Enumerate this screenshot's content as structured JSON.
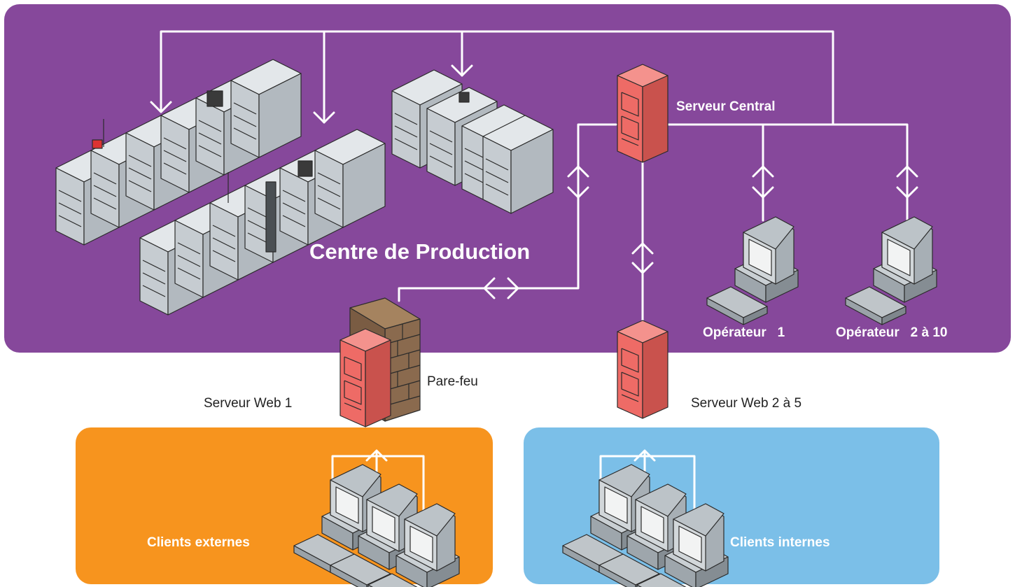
{
  "colors": {
    "production_center": "#86489b",
    "external_clients": "#f7941e",
    "internal_clients": "#7bbfe8",
    "server": "#ee6b66",
    "firewall": "#8a6a4e",
    "connector": "#ffffff"
  },
  "labels": {
    "production_center": "Centre de Production",
    "central_server": "Serveur Central",
    "operator_1": "Opérateur   1",
    "operator_2_10": "Opérateur   2 à 10",
    "web_server_1": "Serveur Web 1",
    "firewall": "Pare-feu",
    "web_server_2_5": "Serveur Web 2 à 5",
    "external_clients": "Clients externes",
    "internal_clients": "Clients internes"
  },
  "icons": [
    "printer-icon",
    "server-icon",
    "firewall-icon",
    "workstation-icon"
  ]
}
